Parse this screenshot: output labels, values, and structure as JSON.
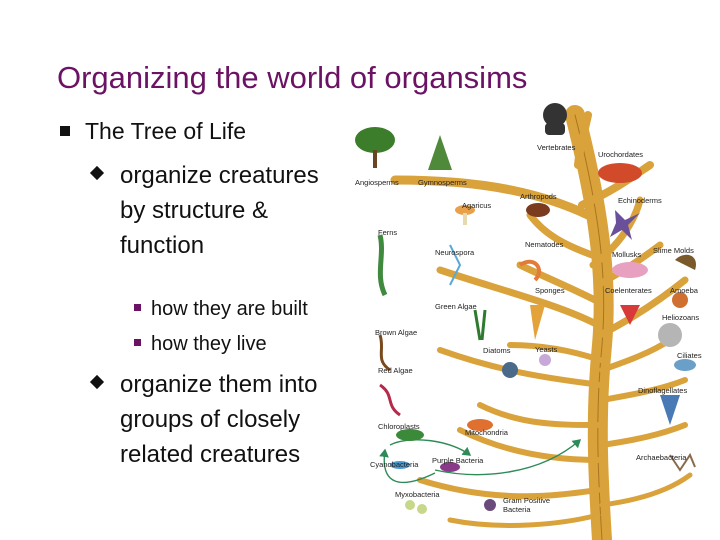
{
  "slide": {
    "title": "Organizing the world of organsims",
    "level1": "The Tree of Life",
    "points": [
      {
        "text": "organize creatures by structure & function",
        "sub": [
          "how they are built",
          "how they live"
        ]
      },
      {
        "text": "organize them into groups of closely related creatures"
      }
    ]
  },
  "tree_labels": {
    "vertebrates": "Vertebrates",
    "urochordates": "Urochordates",
    "angiosperms": "Angiosperms",
    "gymnosperms": "Gymnosperms",
    "arthropods": "Arthropods",
    "echinoderms": "Echinoderms",
    "agaricus": "Agaricus",
    "ferns": "Ferns",
    "nematodes": "Nematodes",
    "neurospora": "Neurospora",
    "mollusks": "Mollusks",
    "slime_molds": "Slime Molds",
    "sponges": "Sponges",
    "coelenterates": "Coelenterates",
    "amoeba": "Amoeba",
    "green_algae": "Green Algae",
    "heliozoans": "Heliozoans",
    "brown_algae": "Brown Algae",
    "diatoms": "Diatoms",
    "yeasts": "Yeasts",
    "ciliates": "Ciliates",
    "red_algae": "Red Algae",
    "dinoflagellates": "Dinoflagellates",
    "chloroplasts": "Chloroplasts",
    "mitochondria": "Mitochondria",
    "cyanobacteria": "Cyanobacteria",
    "purple_bacteria": "Purple Bacteria",
    "archaebacteria": "Archaebacteria",
    "myxobacteria": "Myxobacteria",
    "gram_positive_bacteria_1": "Gram Positive",
    "gram_positive_bacteria_2": "Bacteria"
  },
  "colors": {
    "title": "#6b1264",
    "trunk": "#d9a23a",
    "trunk_outline": "#a87620",
    "arrow": "#2e8b57"
  }
}
